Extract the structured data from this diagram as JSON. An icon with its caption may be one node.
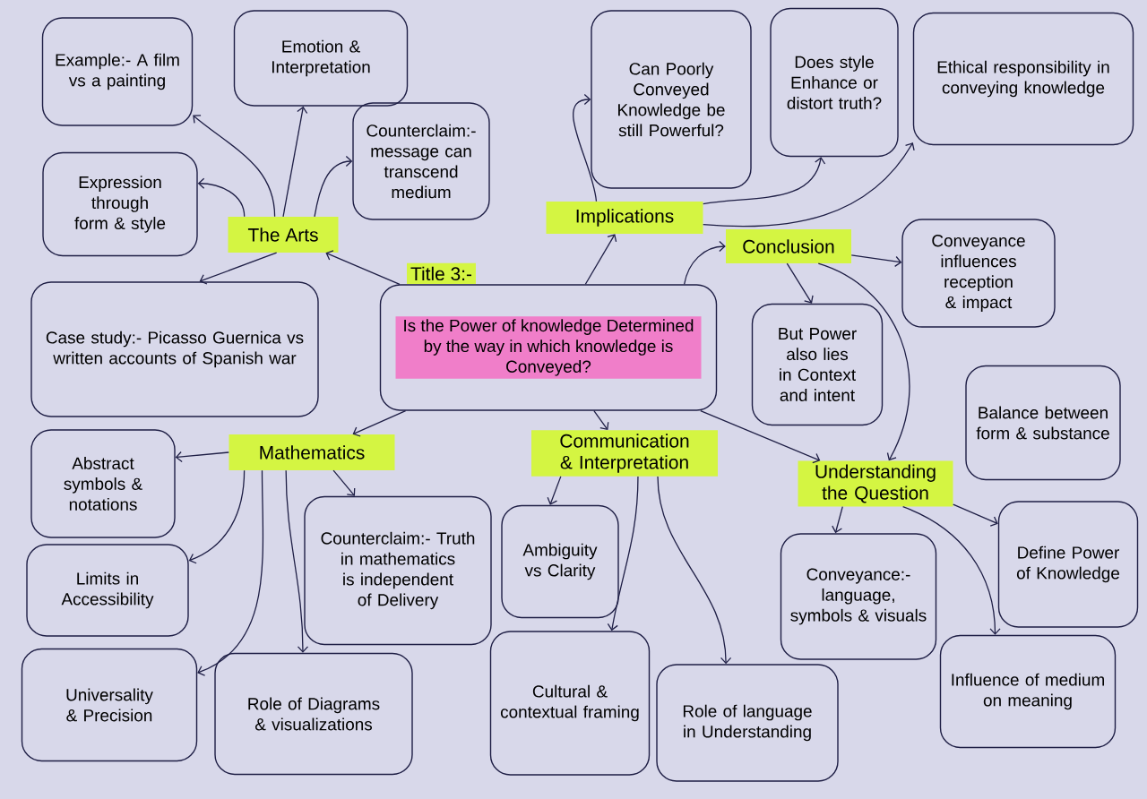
{
  "diagram": {
    "nodes": [
      {
        "text": [
          "Example:- A film vs a painting"
        ]
      },
      {
        "text": [
          "Emotion & Interpretation"
        ]
      },
      {
        "text": [
          "Can Poorly Conveyed Knowledge be still Powerful?"
        ]
      },
      {
        "text": [
          "Does style Enhance or distort truth?"
        ]
      },
      {
        "text": [
          "Ethical responsibility in conveying knowledge"
        ]
      },
      {
        "text": [
          "Counterclaim:- message can transcend medium"
        ]
      },
      {
        "text": [
          "Expression through form & style"
        ]
      },
      {
        "text": [
          "The Arts"
        ]
      },
      {
        "text": [
          "Implications"
        ]
      },
      {
        "text": [
          "Conclusion"
        ]
      },
      {
        "text": [
          "Conveyance influences reception & impact"
        ]
      },
      {
        "text": [
          "Title 3:-",
          "Is the Power of knowledge Determined by the way in which knowledge is Conveyed?"
        ]
      },
      {
        "text": [
          "Case study:- Picasso Guernica vs written accounts of Spanish war"
        ]
      },
      {
        "text": [
          "But Power also lies in Context and intent"
        ]
      },
      {
        "text": [
          "Balance between form & substance"
        ]
      },
      {
        "text": [
          "Mathematics"
        ]
      },
      {
        "text": [
          "Communication & Interpretation"
        ]
      },
      {
        "text": [
          "Understanding the Question"
        ]
      },
      {
        "text": [
          "Abstract symbols & notations"
        ]
      },
      {
        "text": [
          "Counterclaim:- Truth in mathematics is independent of Delivery"
        ]
      },
      {
        "text": [
          "Ambiguity vs Clarity"
        ]
      },
      {
        "text": [
          "Define Power of Knowledge"
        ]
      },
      {
        "text": [
          "Conveyance:- language, symbols & visuals"
        ]
      },
      {
        "text": [
          "Limits in Accessibility"
        ]
      },
      {
        "text": [
          "Universality & Precision"
        ]
      },
      {
        "text": [
          "Role of Diagrams & visualizations"
        ]
      },
      {
        "text": [
          "Cultural & contextual framing"
        ]
      },
      {
        "text": [
          "Role of language in Understanding"
        ]
      },
      {
        "text": [
          "Influence of medium on meaning"
        ]
      }
    ],
    "edges": [
      {
        "from": 11,
        "to": 7,
        "arrow": "to"
      },
      {
        "from": 11,
        "to": 8,
        "arrow": "to"
      },
      {
        "from": 11,
        "to": 9,
        "arrow": "to"
      },
      {
        "from": 11,
        "to": 15,
        "arrow": "to"
      },
      {
        "from": 11,
        "to": 16,
        "arrow": "to"
      },
      {
        "from": 11,
        "to": 17,
        "arrow": "to"
      },
      {
        "from": 7,
        "to": 0,
        "arrow": "to"
      },
      {
        "from": 7,
        "to": 1,
        "arrow": "to"
      },
      {
        "from": 7,
        "to": 5,
        "arrow": "to"
      },
      {
        "from": 7,
        "to": 6,
        "arrow": "to"
      },
      {
        "from": 7,
        "to": 12,
        "arrow": "to"
      },
      {
        "from": 8,
        "to": 2,
        "arrow": "to"
      },
      {
        "from": 8,
        "to": 3,
        "arrow": "to"
      },
      {
        "from": 8,
        "to": 4,
        "arrow": "to"
      },
      {
        "from": 9,
        "to": 10,
        "arrow": "to"
      },
      {
        "from": 9,
        "to": 13,
        "arrow": "to"
      },
      {
        "from": 9,
        "to": 17,
        "arrow": "to"
      },
      {
        "from": 15,
        "to": 18,
        "arrow": "to"
      },
      {
        "from": 15,
        "to": 23,
        "arrow": "to"
      },
      {
        "from": 15,
        "to": 24,
        "arrow": "to"
      },
      {
        "from": 15,
        "to": 25,
        "arrow": "to"
      },
      {
        "from": 15,
        "to": 19,
        "arrow": "to"
      },
      {
        "from": 16,
        "to": 20,
        "arrow": "to"
      },
      {
        "from": 16,
        "to": 26,
        "arrow": "to"
      },
      {
        "from": 16,
        "to": 27,
        "arrow": "to"
      },
      {
        "from": 17,
        "to": 22,
        "arrow": "to"
      },
      {
        "from": 17,
        "to": 21,
        "arrow": "to"
      },
      {
        "from": 17,
        "to": 28,
        "arrow": "to"
      }
    ]
  }
}
